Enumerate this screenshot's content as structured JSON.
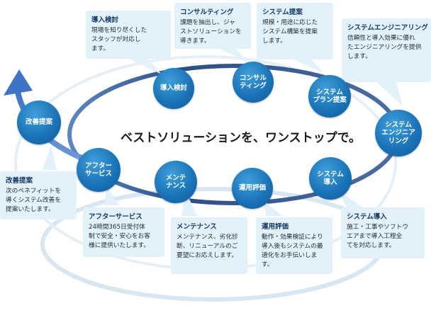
{
  "headline": "ベストソリューションを、ワンストップで。",
  "nodes": {
    "kaizen": "改善提案",
    "donyu_kento": "導入検討",
    "consulting": "コンサル\nティング",
    "system_plan": "システム\nプラン提案",
    "system_engineering": "システム\nエンジニア\nリング",
    "after_service": "アフター\nサービス",
    "maintenance": "メンテ\nナンス",
    "unyo_hyoka": "運用評価",
    "system_donyu": "システム\n導入"
  },
  "bubbles": {
    "donyu_kento": {
      "title": "導入検討",
      "body": "現場を知り尽くした\nスタッフが対応し\nます。"
    },
    "consulting": {
      "title": "コンサルティング",
      "body": "課題を抽出し、ジャ\nストソリューションを\n導きます。"
    },
    "system_plan": {
      "title": "システム提案",
      "body": "規模・用途に応じた\nシステム構築を提案\nします。"
    },
    "system_engineering": {
      "title": "システムエンジニアリング",
      "body": "信頼性と導入効果に優れ\nたエンジニアリングを提供\nします。"
    },
    "kaizen": {
      "title": "改善提案",
      "body": "次のベネフィットを\n導くシステム改善を\n提案いたします。"
    },
    "after_service": {
      "title": "アフターサービス",
      "body": "24時間365日受付体\n制で安全・安心をお客\n様に提供いたします。"
    },
    "maintenance": {
      "title": "メンテナンス",
      "body": "メンテナンス、劣化診\n断、リニューアルのご\n要望にお応えします。"
    },
    "unyo_hyoka": {
      "title": "運用評価",
      "body": "動作・効果検証により\n導入後もシステムの最\n適化をお手伝いします。"
    },
    "system_donyu": {
      "title": "システム導入",
      "body": "施工・工事やソフトウ\nエアまで導入工程全\nてを対応します。"
    }
  },
  "colors": {
    "node_blue": "#1b74b8",
    "bubble_bg": "#e3f1fa",
    "ring_dark": "#2b4a7a",
    "ring_light": "#d2e3ef"
  }
}
